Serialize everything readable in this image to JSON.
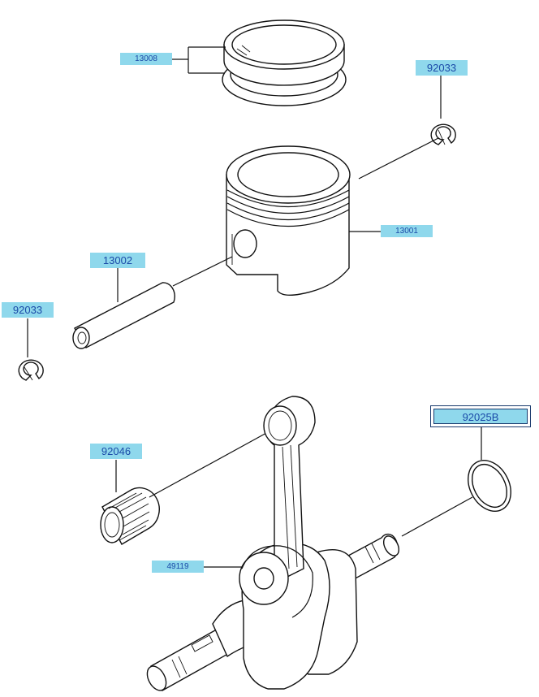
{
  "parts": [
    {
      "id": "ring_set",
      "number": "13008"
    },
    {
      "id": "clip_right",
      "number": "92033"
    },
    {
      "id": "piston",
      "number": "13001"
    },
    {
      "id": "piston_pin",
      "number": "13002"
    },
    {
      "id": "clip_left",
      "number": "92033"
    },
    {
      "id": "needle_bearing",
      "number": "92046"
    },
    {
      "id": "crankshaft",
      "number": "49119"
    },
    {
      "id": "oil_seal",
      "number": "92025B"
    }
  ]
}
